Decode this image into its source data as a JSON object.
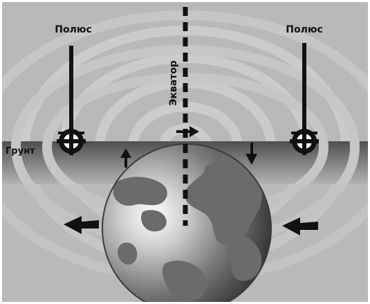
{
  "labels": {
    "pole_left": "Полюс",
    "pole_right": "Полюс",
    "equator": "Экватор",
    "ground": "Грунт"
  },
  "colors": {
    "background": "#b8b8b8",
    "field_rings": "#c9c9c9",
    "ground_dark": "#5e5e5e",
    "ground_light": "#a9a9a9",
    "globe_ocean_light": "#f4f4f4",
    "globe_ocean_dark": "#3a3a3a",
    "globe_land": "#6b6b6b",
    "marks": "#111111"
  },
  "icons": {
    "pole": "electrode-pole-icon",
    "arrow": "field-direction-arrow-icon",
    "globe": "earth-globe-icon"
  }
}
